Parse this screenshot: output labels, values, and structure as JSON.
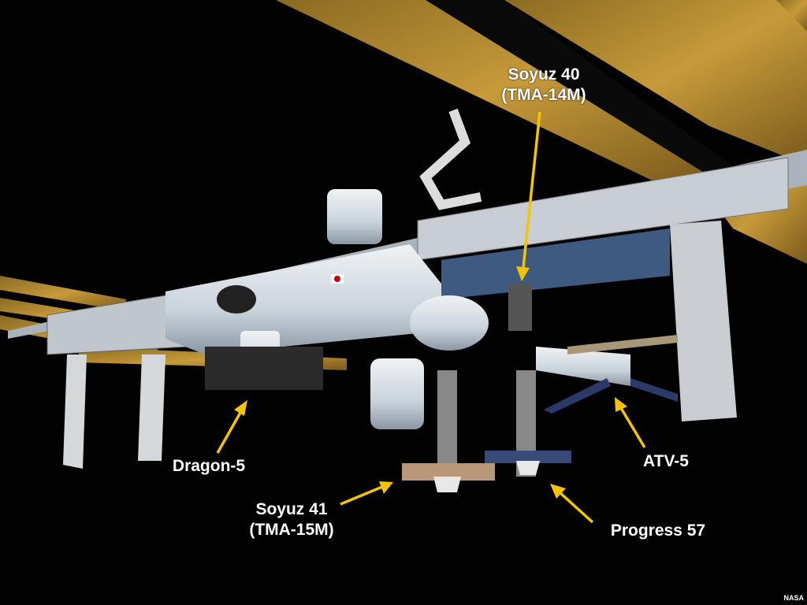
{
  "labels": {
    "soyuz40": {
      "name": "Soyuz 40",
      "designation": "(TMA-14M)"
    },
    "soyuz41": {
      "name": "Soyuz 41",
      "designation": "(TMA-15M)"
    },
    "dragon": "Dragon-5",
    "atv": "ATV-5",
    "progress": "Progress 57"
  },
  "credit": "NASA",
  "colors": {
    "arrow": "#f5c400",
    "solar_array": "#b8902e",
    "module": "#d9dde2",
    "background": "#020203"
  }
}
